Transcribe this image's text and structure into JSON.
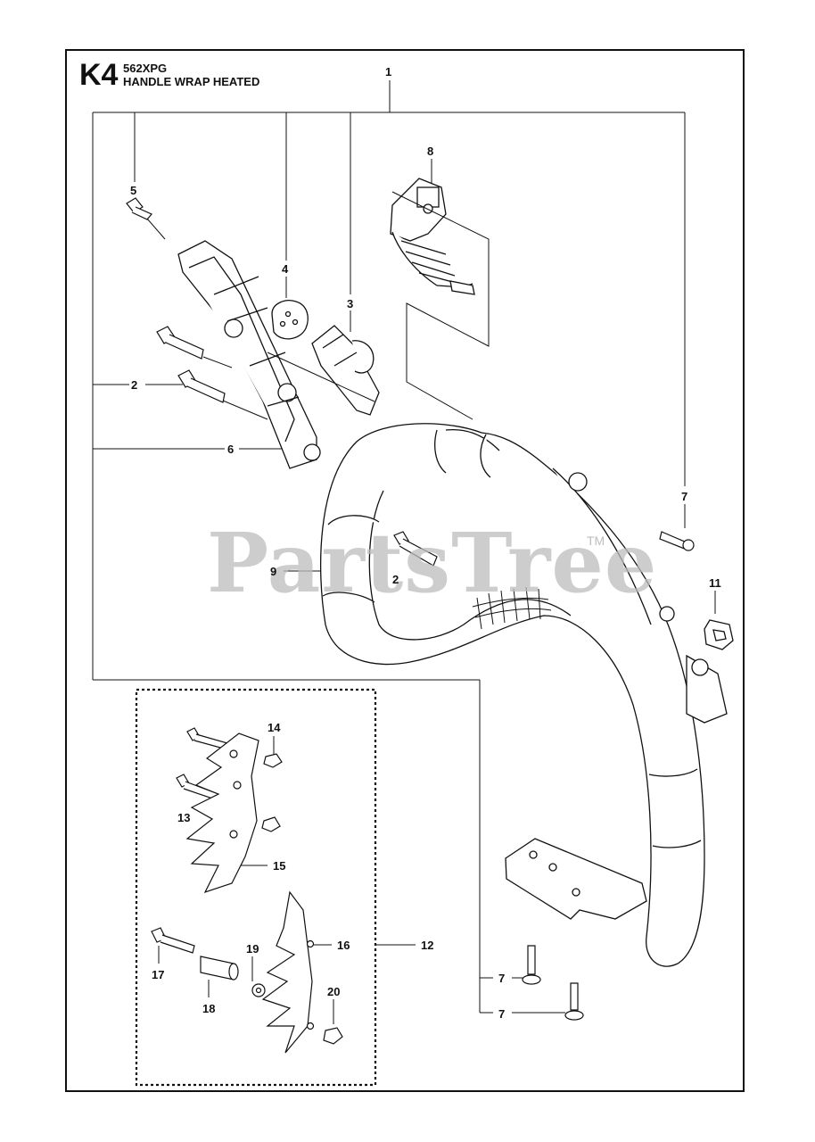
{
  "header": {
    "code": "K4",
    "model": "562XPG",
    "title": "HANDLE WRAP HEATED"
  },
  "watermark": {
    "text": "PartsTree",
    "trademark": "TM"
  },
  "callouts": [
    {
      "id": "c1",
      "label": "1"
    },
    {
      "id": "c2a",
      "label": "2"
    },
    {
      "id": "c2b",
      "label": "2"
    },
    {
      "id": "c3",
      "label": "3"
    },
    {
      "id": "c4",
      "label": "4"
    },
    {
      "id": "c5",
      "label": "5"
    },
    {
      "id": "c6",
      "label": "6"
    },
    {
      "id": "c7a",
      "label": "7"
    },
    {
      "id": "c7b",
      "label": "7"
    },
    {
      "id": "c7c",
      "label": "7"
    },
    {
      "id": "c8",
      "label": "8"
    },
    {
      "id": "c9",
      "label": "9"
    },
    {
      "id": "c11",
      "label": "11"
    },
    {
      "id": "c12",
      "label": "12"
    },
    {
      "id": "c13",
      "label": "13"
    },
    {
      "id": "c14",
      "label": "14"
    },
    {
      "id": "c15",
      "label": "15"
    },
    {
      "id": "c16",
      "label": "16"
    },
    {
      "id": "c17",
      "label": "17"
    },
    {
      "id": "c18",
      "label": "18"
    },
    {
      "id": "c19",
      "label": "19"
    },
    {
      "id": "c20",
      "label": "20"
    }
  ],
  "colors": {
    "line": "#111111",
    "watermark": "#bdbdbd",
    "part_fill": "#ffffff",
    "part_shade": "#d9d9d9"
  }
}
